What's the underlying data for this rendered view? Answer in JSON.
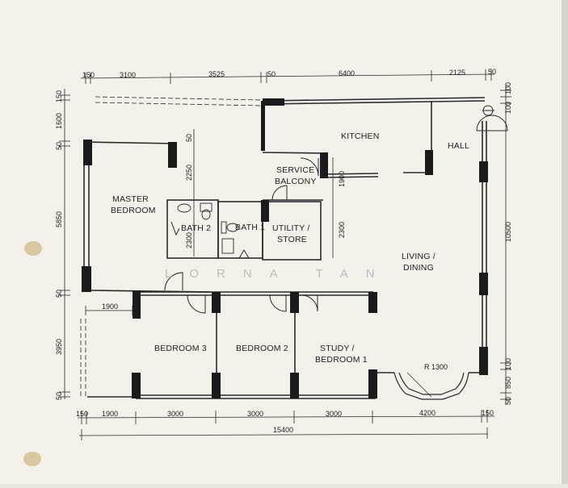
{
  "watermark": "LORNA TAN",
  "rooms": {
    "kitchen": "KITCHEN",
    "hall": "HALL",
    "service_balcony": [
      "SERVICE",
      "BALCONY"
    ],
    "master_bedroom": [
      "MASTER",
      "BEDROOM"
    ],
    "bath2": "BATH 2",
    "bath1": "BATH 1",
    "utility_store": [
      "UTILITY /",
      "STORE"
    ],
    "living_dining": [
      "LIVING /",
      "DINING"
    ],
    "bedroom3": "BEDROOM 3",
    "bedroom2": "BEDROOM 2",
    "study_bedroom1": [
      "STUDY /",
      "BEDROOM 1"
    ],
    "bay_radius": "R 1300"
  },
  "dims_top": [
    "150",
    "3100",
    "3525",
    "50",
    "6400",
    "2125",
    "50"
  ],
  "dims_bottom": [
    "150",
    "1900",
    "3000",
    "3000",
    "3000",
    "4200",
    "150"
  ],
  "dim_total_width": "15400",
  "dims_left": [
    "150",
    "1600",
    "50",
    "5850",
    "50",
    "3950",
    "50"
  ],
  "dims_right": [
    "100",
    "100",
    "10500",
    "100",
    "850",
    "50"
  ],
  "dims_inner": {
    "bedroom3_width": "1900",
    "bath2_upper": "2250",
    "bath2_lower": "2300",
    "bath2_top_small": "50",
    "service_balcony_depth": "1900",
    "utility_depth": "2300"
  }
}
